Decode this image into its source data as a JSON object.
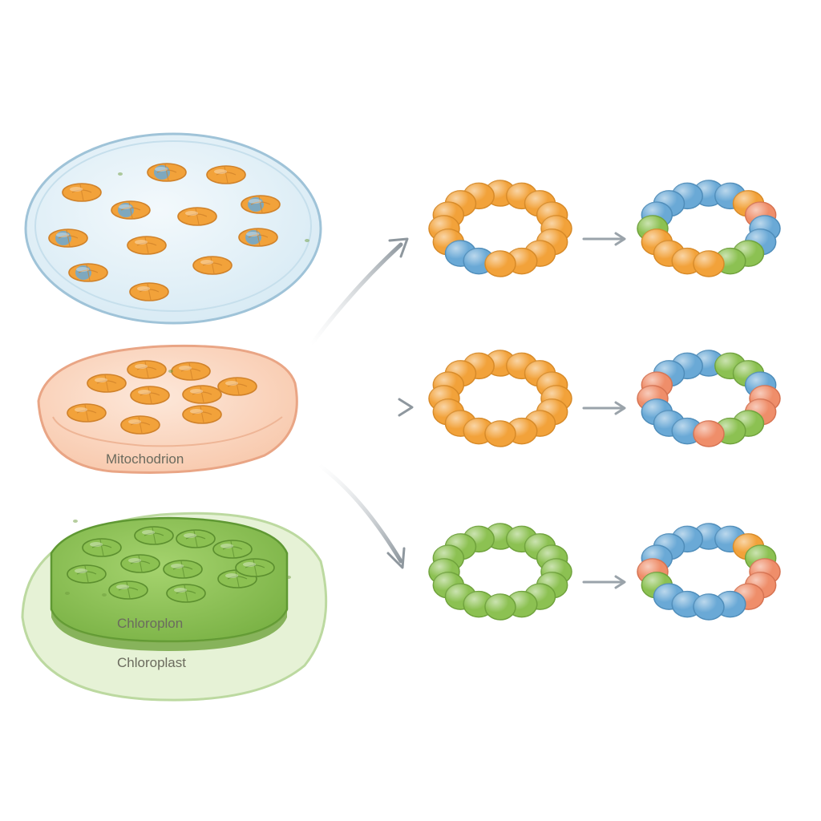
{
  "colors": {
    "background": "#ffffff",
    "dish_blue": "#e6f2f8",
    "dish_blue_rim": "#9fc3d8",
    "dish_peach": "#fbd9c4",
    "dish_peach_rim": "#e9a585",
    "dish_green_outer": "#e3f0d2",
    "dish_green_inner": "#86bd4e",
    "bead_orange": "#f2a23a",
    "bead_blue": "#6aa9d6",
    "bead_green": "#8cc152",
    "bead_salmon": "#ef8e6a",
    "arrow": "#9aa3aa"
  },
  "labels": {
    "dish_peach_label": "Mitochodrion",
    "dish_green_inner_label": "Chloroplon",
    "dish_green_outer_label": "Chloroplast"
  },
  "icons": [
    "organelle-blob-icon",
    "bead-icon",
    "arrow-icon"
  ],
  "rings": [
    {
      "row": 1,
      "stage": "initial",
      "colors": [
        "orange",
        "orange",
        "orange",
        "orange",
        "orange",
        "orange",
        "orange",
        "orange",
        "orange",
        "blue",
        "blue",
        "orange",
        "orange",
        "orange",
        "orange",
        "orange"
      ]
    },
    {
      "row": 1,
      "stage": "final",
      "colors": [
        "blue",
        "blue",
        "orange",
        "salmon",
        "blue",
        "blue",
        "green",
        "green",
        "orange",
        "orange",
        "orange",
        "orange",
        "green",
        "blue",
        "blue",
        "blue"
      ]
    },
    {
      "row": 2,
      "stage": "initial",
      "colors": [
        "orange",
        "orange",
        "orange",
        "orange",
        "orange",
        "orange",
        "orange",
        "orange",
        "orange",
        "orange",
        "orange",
        "orange",
        "orange",
        "orange",
        "orange",
        "orange"
      ]
    },
    {
      "row": 2,
      "stage": "final",
      "colors": [
        "blue",
        "green",
        "green",
        "blue",
        "salmon",
        "salmon",
        "green",
        "green",
        "salmon",
        "blue",
        "blue",
        "blue",
        "salmon",
        "salmon",
        "blue",
        "blue"
      ]
    },
    {
      "row": 3,
      "stage": "initial",
      "colors": [
        "green",
        "green",
        "green",
        "green",
        "green",
        "green",
        "green",
        "green",
        "green",
        "green",
        "green",
        "green",
        "green",
        "green",
        "green",
        "green"
      ]
    },
    {
      "row": 3,
      "stage": "final",
      "colors": [
        "blue",
        "blue",
        "orange",
        "green",
        "salmon",
        "salmon",
        "salmon",
        "blue",
        "blue",
        "blue",
        "blue",
        "green",
        "salmon",
        "blue",
        "blue",
        "blue"
      ]
    }
  ]
}
